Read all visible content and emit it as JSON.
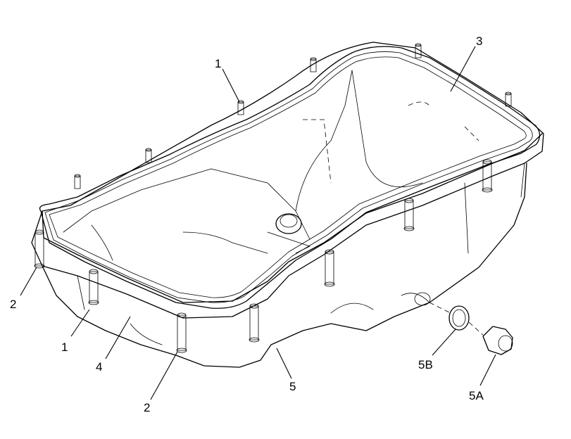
{
  "callouts": {
    "c1_top": "1",
    "c1_left": "1",
    "c2_left": "2",
    "c2_bottom": "2",
    "c3": "3",
    "c4": "4",
    "c5": "5",
    "c5a": "5A",
    "c5b": "5B"
  }
}
